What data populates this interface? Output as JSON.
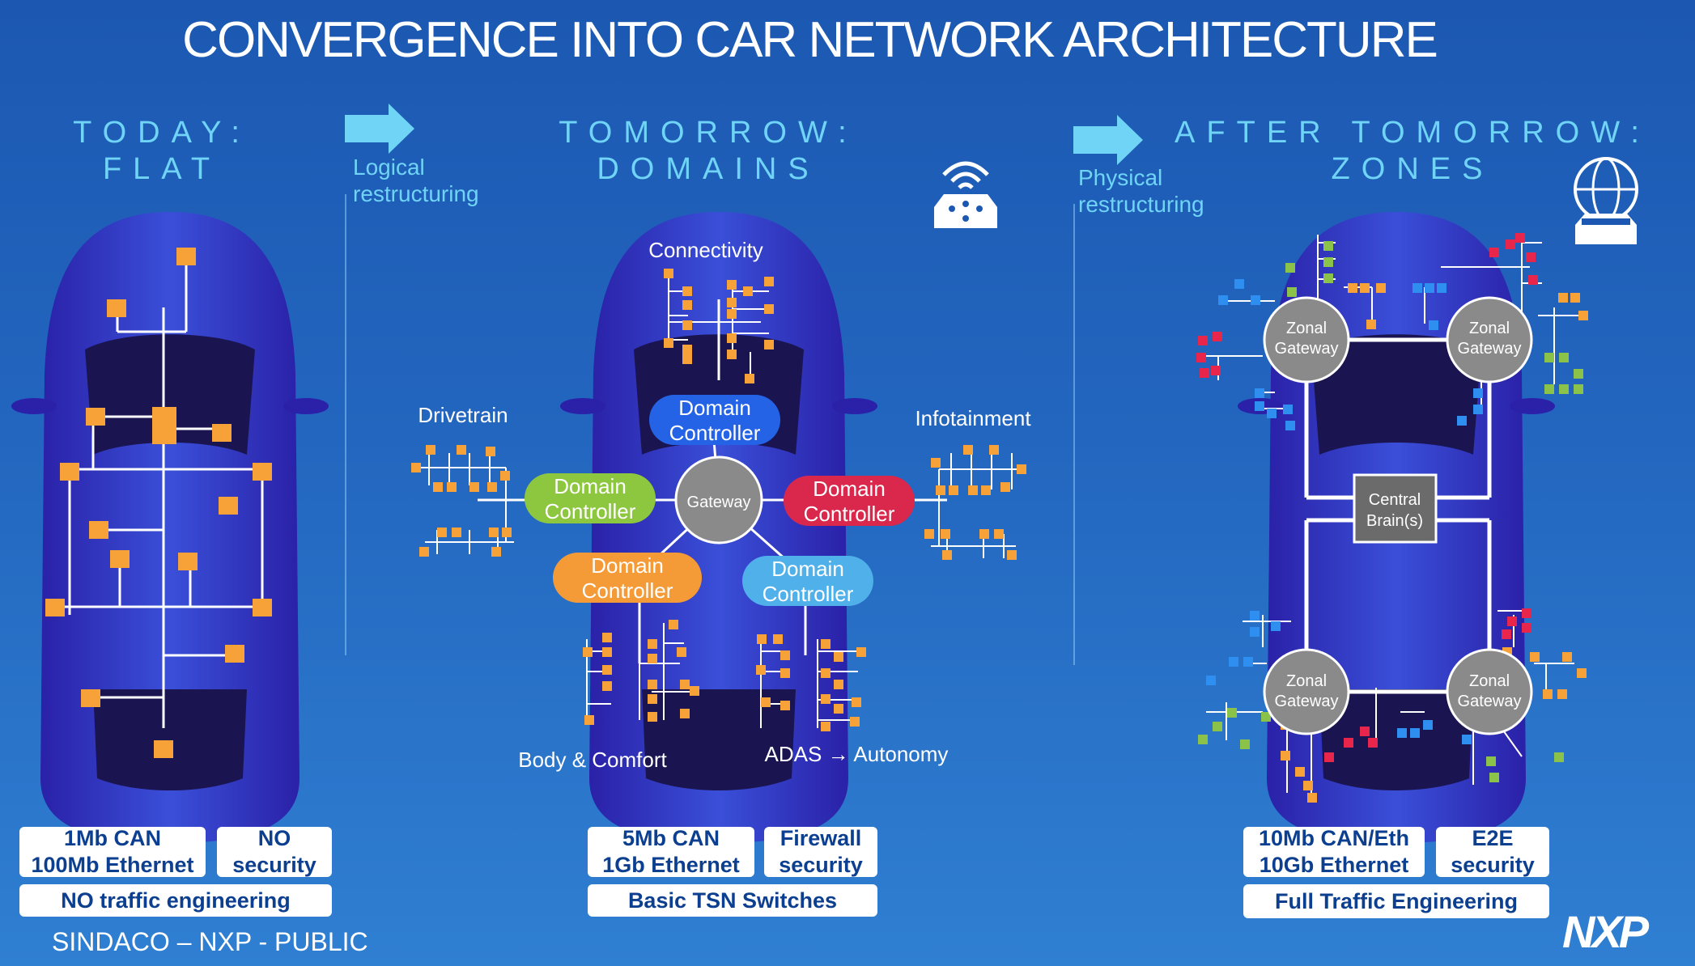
{
  "title": "CONVERGENCE INTO CAR NETWORK ARCHITECTURE",
  "eras": {
    "today": {
      "line1": "TODAY:",
      "line2": "FLAT"
    },
    "tomorrow": {
      "line1": "TOMORROW:",
      "line2": "DOMAINS"
    },
    "after": {
      "line1": "AFTER TOMORROW:",
      "line2": "ZONES"
    }
  },
  "arrows": {
    "logical": {
      "line1": "Logical",
      "line2": "restructuring"
    },
    "physical": {
      "line1": "Physical",
      "line2": "restructuring"
    }
  },
  "domains": {
    "connectivity": "Connectivity",
    "drivetrain": "Drivetrain",
    "infotainment": "Infotainment",
    "body": "Body & Comfort",
    "adas": "ADAS → Autonomy",
    "gateway": "Gateway",
    "controller_line1": "Domain",
    "controller_line2": "Controller"
  },
  "zones": {
    "zonal_line1": "Zonal",
    "zonal_line2": "Gateway",
    "brain_line1": "Central",
    "brain_line2": "Brain(s)"
  },
  "specs": {
    "today": {
      "net1": "1Mb CAN",
      "net2": "100Mb Ethernet",
      "sec1": "NO",
      "sec2": "security",
      "traffic": "NO traffic engineering"
    },
    "tomorrow": {
      "net1": "5Mb CAN",
      "net2": "1Gb Ethernet",
      "sec1": "Firewall",
      "sec2": "security",
      "traffic": "Basic TSN Switches"
    },
    "after": {
      "net1": "10Mb CAN/Eth",
      "net2": "10Gb Ethernet",
      "sec1": "E2E",
      "sec2": "security",
      "traffic": "Full Traffic Engineering"
    }
  },
  "footer": "SINDACO – NXP - PUBLIC",
  "logo": "NXP",
  "colors": {
    "ecu_orange": "#f7a238",
    "ecu_red": "#e8254a",
    "ecu_green": "#8bc34a",
    "ecu_blue": "#2e8ff0",
    "controller_blue": "#2563e6",
    "controller_green": "#8dc63f",
    "controller_red": "#d9284c",
    "controller_orange": "#f49b37",
    "controller_lightblue": "#4fb0ea",
    "gateway_gray": "#8a8a8a",
    "brain_gray": "#6b6b6b",
    "accent_cyan": "#6fd4f5"
  },
  "icons": [
    "arrow-right-icon",
    "connected-car-icon",
    "global-car-icon",
    "nxp-logo"
  ]
}
